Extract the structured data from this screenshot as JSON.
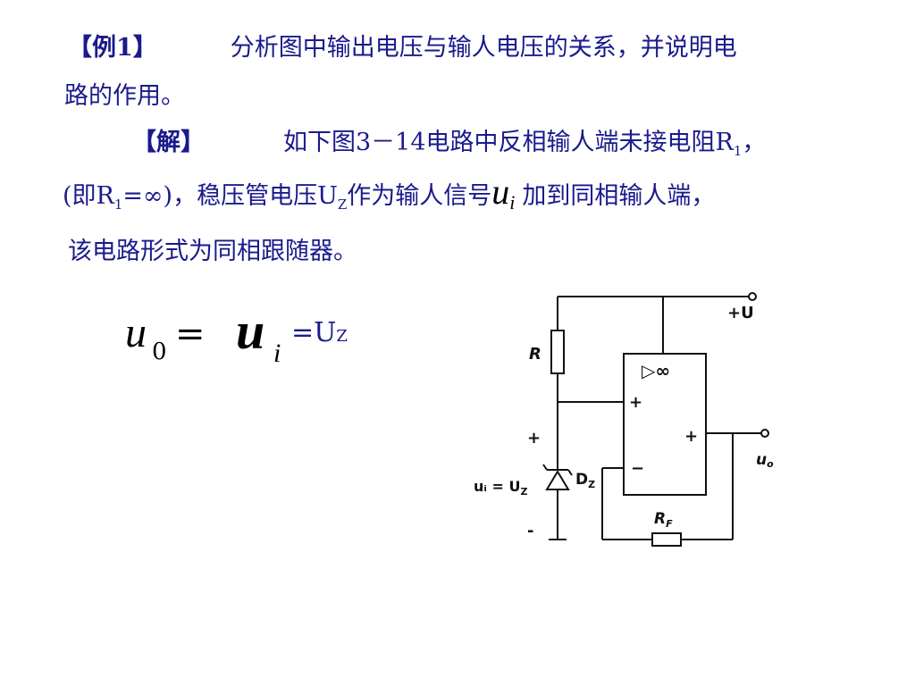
{
  "example": {
    "label": "【例1】",
    "text_1": "分析图中输出电压与输人电压的关系，并说明电",
    "text_2": "路的作用。"
  },
  "solution": {
    "label": "【解】",
    "text_1": "如下图3－14电路中反相输人端未接电阻R",
    "text_1_sub": "1",
    "text_1_end": "，",
    "text_2_a": "(即R",
    "text_2_sub": "1",
    "text_2_b": "=∞)，稳压管电压U",
    "text_2_sub_z": "Z",
    "text_2_c": "作为输人信号",
    "ui_main": "u",
    "ui_sub": "i",
    "text_2_d": "加到同相输人端，",
    "text_3": "该电路形式为同相跟随器。"
  },
  "formula": {
    "u0_main": "u",
    "u0_sub": "0",
    "eq1": "=",
    "ui_main": "u",
    "ui_sub": "i",
    "eq2": "=U",
    "uz_sub": "Z"
  },
  "circuit": {
    "supply_label": "+U",
    "resistor_label": "R",
    "opamp_symbol": "▷∞",
    "plus_noninv": "+",
    "minus_inv": "−",
    "output_plus": "+",
    "input_plus": "+",
    "input_minus": "-",
    "ui_label": "uᵢ = U",
    "ui_label_sub": "Z",
    "zener_label": "D",
    "zener_label_sub": "Z",
    "output_label": "u",
    "output_label_sub": "o",
    "feedback_label": "R",
    "feedback_label_sub": "F"
  }
}
